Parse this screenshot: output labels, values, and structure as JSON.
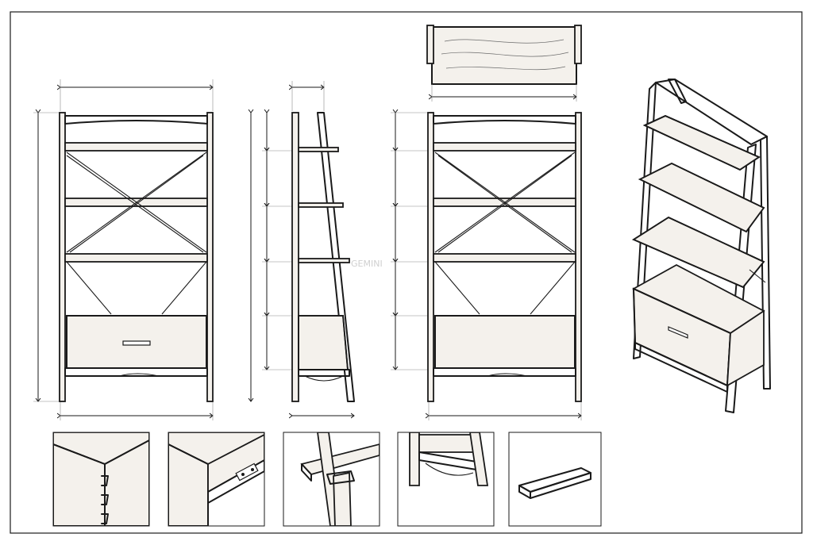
{
  "drawing": {
    "subject": "ladder-bookshelf-with-drawer",
    "line_color": "#1a1a1a",
    "paper_color": "#ffffff",
    "wood_fill": "#f4f1ec",
    "watermark": "GEMINI"
  },
  "views": [
    {
      "name": "front-view"
    },
    {
      "name": "side-view"
    },
    {
      "name": "top-view"
    },
    {
      "name": "rear-view"
    },
    {
      "name": "isometric-view"
    }
  ],
  "details": [
    {
      "name": "dovetail-joint-detail"
    },
    {
      "name": "drawer-slide-detail"
    },
    {
      "name": "shelf-support-detail"
    },
    {
      "name": "base-leg-detail"
    },
    {
      "name": "drawer-pull-detail"
    }
  ]
}
